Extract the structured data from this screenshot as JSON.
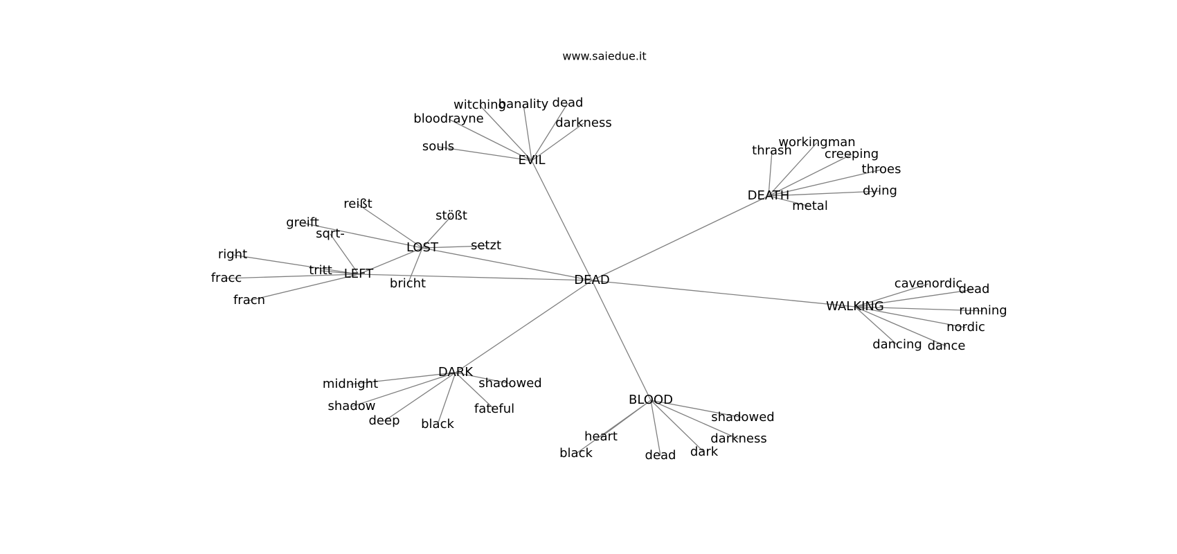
{
  "site": "www.saiedue.it",
  "colors": {
    "edge": "#7f7f7f",
    "text": "#000000",
    "background": "#ffffff"
  },
  "graph": {
    "root": "DEAD",
    "nodes": [
      {
        "id": "dead_root",
        "label": "DEAD"
      },
      {
        "id": "evil",
        "label": "EVIL"
      },
      {
        "id": "death",
        "label": "DEATH"
      },
      {
        "id": "lost",
        "label": "LOST"
      },
      {
        "id": "left",
        "label": "LEFT"
      },
      {
        "id": "walking",
        "label": "WALKING"
      },
      {
        "id": "dark",
        "label": "DARK"
      },
      {
        "id": "blood",
        "label": "BLOOD"
      },
      {
        "id": "evil_witching",
        "label": "witching"
      },
      {
        "id": "evil_banality",
        "label": "banality"
      },
      {
        "id": "evil_dead",
        "label": "dead"
      },
      {
        "id": "evil_bloodrayne",
        "label": "bloodrayne"
      },
      {
        "id": "evil_darkness",
        "label": "darkness"
      },
      {
        "id": "evil_souls",
        "label": "souls"
      },
      {
        "id": "death_workingman",
        "label": "workingman"
      },
      {
        "id": "death_thrash",
        "label": "thrash"
      },
      {
        "id": "death_creeping",
        "label": "creeping"
      },
      {
        "id": "death_throes",
        "label": "throes"
      },
      {
        "id": "death_dying",
        "label": "dying"
      },
      {
        "id": "death_metal",
        "label": "metal"
      },
      {
        "id": "lost_reisst",
        "label": "reißt"
      },
      {
        "id": "lost_stoesst",
        "label": "stößt"
      },
      {
        "id": "lost_greift",
        "label": "greift"
      },
      {
        "id": "lost_setzt",
        "label": "setzt"
      },
      {
        "id": "lost_bricht",
        "label": "bricht"
      },
      {
        "id": "left_sqrt",
        "label": "sqrt-"
      },
      {
        "id": "left_right",
        "label": "right"
      },
      {
        "id": "left_tritt",
        "label": "tritt"
      },
      {
        "id": "left_fracc",
        "label": "fracc"
      },
      {
        "id": "left_fracn",
        "label": "fracn"
      },
      {
        "id": "walking_cavenordic",
        "label": "cavenordic"
      },
      {
        "id": "walking_dead",
        "label": "dead"
      },
      {
        "id": "walking_running",
        "label": "running"
      },
      {
        "id": "walking_nordic",
        "label": "nordic"
      },
      {
        "id": "walking_dancing",
        "label": "dancing"
      },
      {
        "id": "walking_dance",
        "label": "dance"
      },
      {
        "id": "dark_midnight",
        "label": "midnight"
      },
      {
        "id": "dark_shadowed",
        "label": "shadowed"
      },
      {
        "id": "dark_shadow",
        "label": "shadow"
      },
      {
        "id": "dark_fateful",
        "label": "fateful"
      },
      {
        "id": "dark_deep",
        "label": "deep"
      },
      {
        "id": "dark_black",
        "label": "black"
      },
      {
        "id": "blood_shadowed",
        "label": "shadowed"
      },
      {
        "id": "blood_heart",
        "label": "heart"
      },
      {
        "id": "blood_darkness",
        "label": "darkness"
      },
      {
        "id": "blood_black",
        "label": "black"
      },
      {
        "id": "blood_dark",
        "label": "dark"
      },
      {
        "id": "blood_dead",
        "label": "dead"
      }
    ],
    "edges": [
      [
        "dead_root",
        "evil"
      ],
      [
        "dead_root",
        "death"
      ],
      [
        "dead_root",
        "lost"
      ],
      [
        "dead_root",
        "left"
      ],
      [
        "dead_root",
        "walking"
      ],
      [
        "dead_root",
        "dark"
      ],
      [
        "dead_root",
        "blood"
      ],
      [
        "evil",
        "evil_witching"
      ],
      [
        "evil",
        "evil_banality"
      ],
      [
        "evil",
        "evil_dead"
      ],
      [
        "evil",
        "evil_bloodrayne"
      ],
      [
        "evil",
        "evil_darkness"
      ],
      [
        "evil",
        "evil_souls"
      ],
      [
        "death",
        "death_workingman"
      ],
      [
        "death",
        "death_thrash"
      ],
      [
        "death",
        "death_creeping"
      ],
      [
        "death",
        "death_throes"
      ],
      [
        "death",
        "death_dying"
      ],
      [
        "death",
        "death_metal"
      ],
      [
        "lost",
        "lost_reisst"
      ],
      [
        "lost",
        "lost_stoesst"
      ],
      [
        "lost",
        "lost_greift"
      ],
      [
        "lost",
        "lost_setzt"
      ],
      [
        "lost",
        "lost_bricht"
      ],
      [
        "lost",
        "left"
      ],
      [
        "left",
        "left_sqrt"
      ],
      [
        "left",
        "left_right"
      ],
      [
        "left",
        "left_tritt"
      ],
      [
        "left",
        "left_fracc"
      ],
      [
        "left",
        "left_fracn"
      ],
      [
        "walking",
        "walking_cavenordic"
      ],
      [
        "walking",
        "walking_dead"
      ],
      [
        "walking",
        "walking_running"
      ],
      [
        "walking",
        "walking_nordic"
      ],
      [
        "walking",
        "walking_dancing"
      ],
      [
        "walking",
        "walking_dance"
      ],
      [
        "dark",
        "dark_midnight"
      ],
      [
        "dark",
        "dark_shadowed"
      ],
      [
        "dark",
        "dark_shadow"
      ],
      [
        "dark",
        "dark_fateful"
      ],
      [
        "dark",
        "dark_deep"
      ],
      [
        "dark",
        "dark_black"
      ],
      [
        "blood",
        "blood_shadowed"
      ],
      [
        "blood",
        "blood_heart"
      ],
      [
        "blood",
        "blood_darkness"
      ],
      [
        "blood",
        "blood_black"
      ],
      [
        "blood",
        "blood_dark"
      ],
      [
        "blood",
        "blood_dead"
      ]
    ]
  }
}
